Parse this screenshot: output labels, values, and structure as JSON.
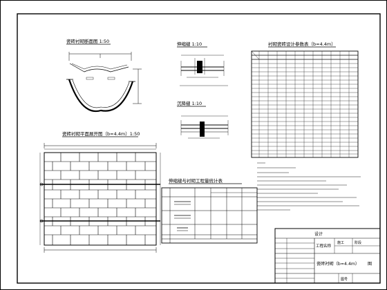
{
  "drawing": {
    "titles": {
      "section": "瓷砖衬砌断面图 1:50",
      "plan": "瓷砖衬砌平面展开图（b=4.4m）1:50",
      "detail_a": "伸缩缝 1:10",
      "detail_b": "沉降缝 1:10",
      "quantity_table": "衬砌瓷砖设计参数表（b=4.4m）",
      "material_table": "伸缩缝与衬砌工程量统计表"
    },
    "title_block": {
      "designer": "设计",
      "project_label": "工程名称",
      "stage": "施工",
      "stage_sub": "阶段",
      "drawing_title": "瓷砖衬砌（b=4.4m）",
      "drawing_suffix": "图",
      "drawing_no": "图号"
    },
    "colors": {
      "line": "#000000",
      "paper": "#ffffff"
    }
  }
}
